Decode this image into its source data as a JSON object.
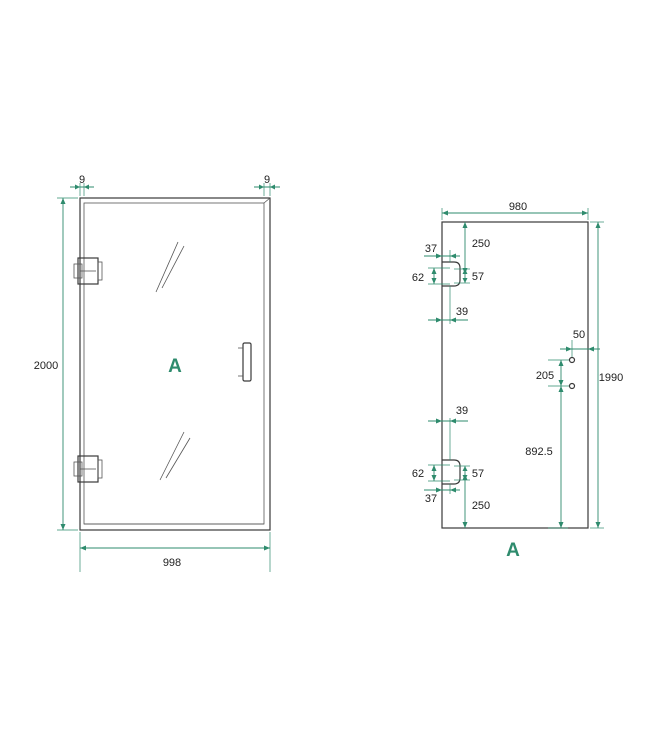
{
  "left_view": {
    "label": "A",
    "dims": {
      "top_left_gap": "9",
      "top_right_gap": "9",
      "height": "2000",
      "width": "998"
    }
  },
  "right_view": {
    "label": "A",
    "dims": {
      "width": "980",
      "height": "1990",
      "upper_hinge_top_offset": "250",
      "upper_hinge_edge_offset": "37",
      "upper_hinge_hole_span": "62",
      "upper_hinge_hole_height": "57",
      "upper_hinge_inset": "39",
      "lower_hinge_inset": "39",
      "lower_hinge_hole_span": "62",
      "lower_hinge_hole_height": "57",
      "lower_hinge_edge_offset": "37",
      "lower_hinge_bottom_offset": "250",
      "handle_edge_offset": "50",
      "handle_hole_spacing": "205",
      "handle_height": "892.5"
    }
  },
  "colors": {
    "dimension": "#2e8b6d",
    "outline": "#3a3a3a"
  }
}
